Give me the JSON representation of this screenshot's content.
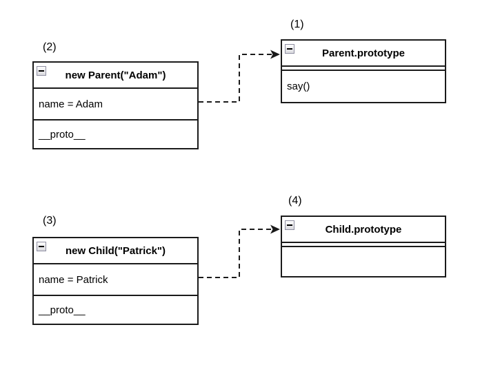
{
  "diagram": {
    "kind": "prototype-chain-class-diagram",
    "background": "#ffffff",
    "border_color": "#1a1a1a",
    "text_color": "#000000",
    "edge_style": "dashed-arrow"
  },
  "boxes": {
    "parent_prototype": {
      "label": "(1)",
      "title": "Parent.prototype",
      "rows": [
        "say()"
      ]
    },
    "parent_instance": {
      "label": "(2)",
      "title": "new Parent(\"Adam\")",
      "rows": [
        "name = Adam",
        "__proto__"
      ]
    },
    "child_instance": {
      "label": "(3)",
      "title": "new Child(\"Patrick\")",
      "rows": [
        "name = Patrick",
        "__proto__"
      ]
    },
    "child_prototype": {
      "label": "(4)",
      "title": "Child.prototype",
      "rows": [
        ""
      ]
    }
  },
  "icons": {
    "collapse": "minus-icon"
  },
  "edges": [
    {
      "from": "new Parent(\"Adam\") / name",
      "to": "Parent.prototype"
    },
    {
      "from": "new Child(\"Patrick\") / name",
      "to": "Child.prototype"
    }
  ]
}
